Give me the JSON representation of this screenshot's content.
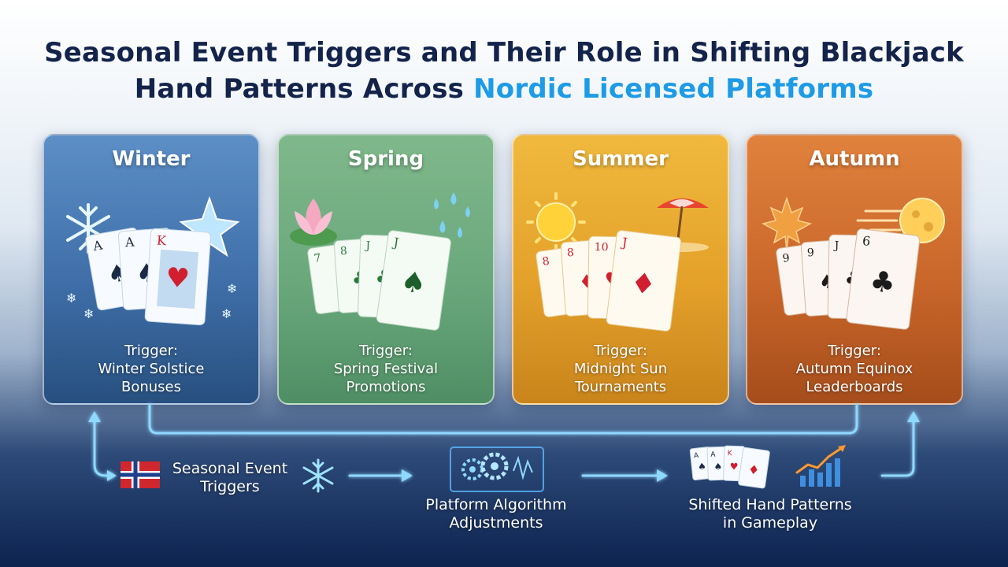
{
  "title": {
    "line1": "Seasonal Event Triggers and Their Role in Shifting Blackjack",
    "line2_prefix": "Hand Patterns Across ",
    "line2_highlight": "Nordic Licensed Platforms"
  },
  "seasons": [
    {
      "name": "Winter",
      "trigger_label": "Trigger:",
      "trigger_line1": "Winter Solstice",
      "trigger_line2": "Bonuses",
      "icons": [
        "snowflake-icon",
        "star-crystal-icon"
      ]
    },
    {
      "name": "Spring",
      "trigger_label": "Trigger:",
      "trigger_line1": "Spring Festival",
      "trigger_line2": "Promotions",
      "icons": [
        "lotus-icon",
        "raindrops-icon"
      ]
    },
    {
      "name": "Summer",
      "trigger_label": "Trigger:",
      "trigger_line1": "Midnight Sun",
      "trigger_line2": "Tournaments",
      "icons": [
        "sun-icon",
        "beach-umbrella-icon"
      ]
    },
    {
      "name": "Autumn",
      "trigger_label": "Trigger:",
      "trigger_line1": "Autumn Equinox",
      "trigger_line2": "Leaderboards",
      "icons": [
        "maple-leaf-icon",
        "wind-moon-icon"
      ]
    }
  ],
  "cards": {
    "winter": [
      "A",
      "A",
      "K"
    ],
    "spring": [
      "7",
      "8",
      "J",
      "J"
    ],
    "summer": [
      "8",
      "8",
      "10",
      "J"
    ],
    "autumn": [
      "9",
      "9",
      "J",
      "6"
    ]
  },
  "flow": {
    "step1_line1": "Seasonal Event",
    "step1_line2": "Triggers",
    "step2_line1": "Platform Algorithm",
    "step2_line2": "Adjustments",
    "step3_line1": "Shifted Hand Patterns",
    "step3_line2": "in Gameplay"
  },
  "colors": {
    "title": "#14234a",
    "highlight": "#1e9be6",
    "winter": "#4a7db6",
    "spring": "#72ae82",
    "summer": "#e8a830",
    "autumn": "#c9662a",
    "flow_line": "#8fd8ff"
  }
}
